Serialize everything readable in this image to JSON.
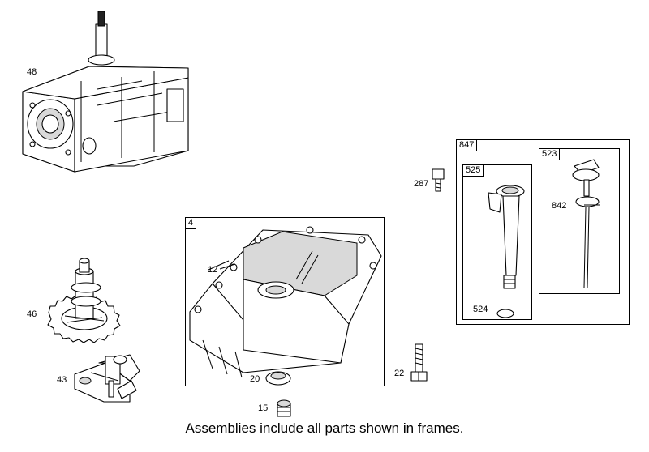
{
  "parts": {
    "p48": "48",
    "p46": "46",
    "p43": "43",
    "p12": "12",
    "p20": "20",
    "p15": "15",
    "p22": "22",
    "p287": "287",
    "p842": "842",
    "p524": "524"
  },
  "frames": {
    "f4": "4",
    "f847": "847",
    "f525": "525",
    "f523": "523"
  },
  "caption": "Assemblies include all parts shown in frames."
}
